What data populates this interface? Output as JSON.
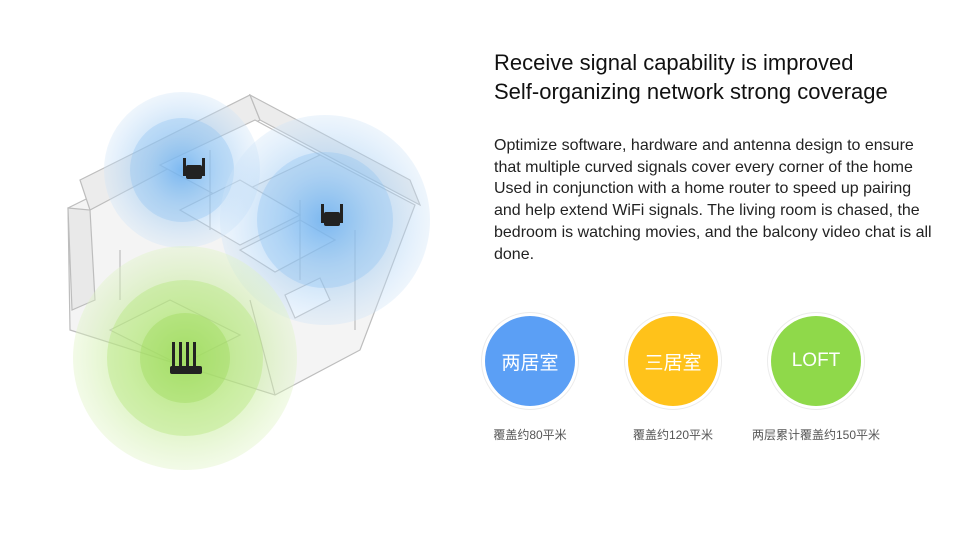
{
  "headline": {
    "line1": "Receive signal capability is improved",
    "line2": "Self-organizing network strong coverage"
  },
  "description": {
    "paragraph1": "Optimize software, hardware and antenna design to ensure that multiple curved signals cover every corner of the home",
    "paragraph2": "Used in conjunction with a home router to speed up pairing and help extend WiFi signals. The living room is chased, the bedroom is watching movies, and the balcony video chat is all done."
  },
  "badges": [
    {
      "label": "两居室",
      "caption": "覆盖约80平米",
      "color": "#5b9ff5"
    },
    {
      "label": "三居室",
      "caption": "覆盖约120平米",
      "color": "#ffc21a"
    },
    {
      "label": "LOFT",
      "caption": "两层累计覆盖约150平米",
      "color": "#8fd94a"
    }
  ],
  "illustration": {
    "blue_signal_color": "#8ec2f2",
    "green_signal_color": "#b4e67a",
    "device_color": "#222222"
  }
}
